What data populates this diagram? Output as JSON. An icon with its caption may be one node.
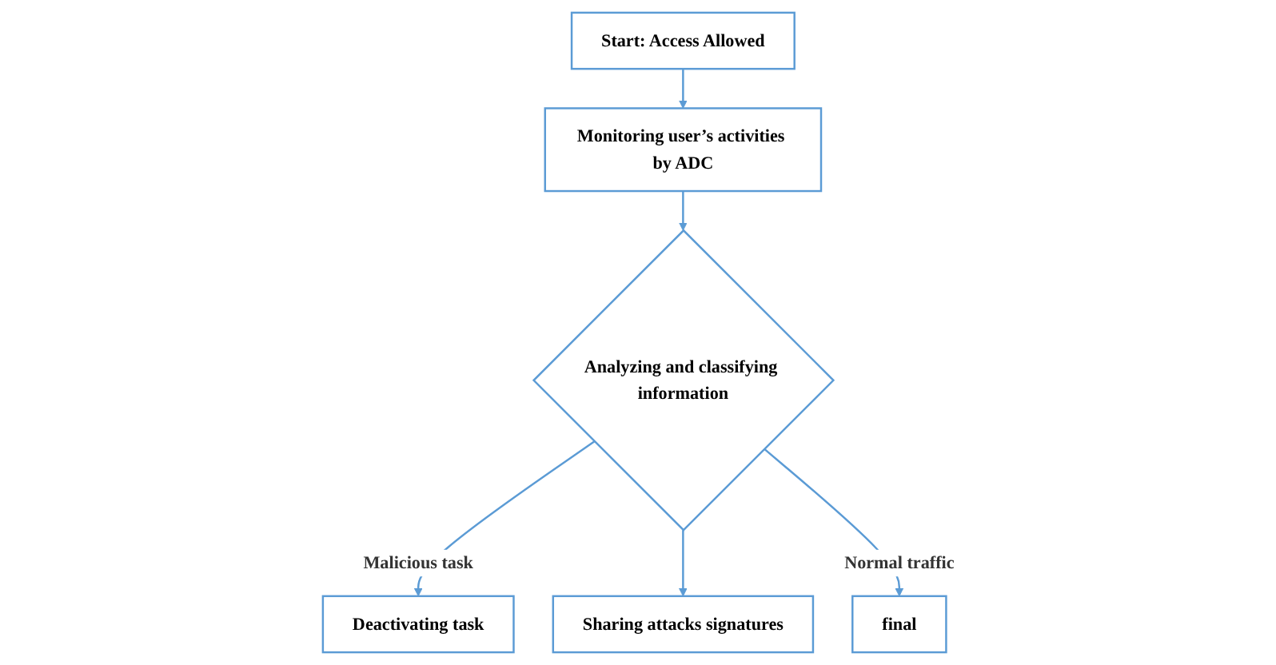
{
  "diagram": {
    "nodes": [
      {
        "text": [
          "Start: Access Allowed"
        ]
      },
      {
        "text": [
          "Monitoring user’s activities by ADC"
        ]
      },
      {
        "text": [
          "Analyzing and classifying information"
        ]
      },
      {
        "text": [
          "Deactivating task"
        ]
      },
      {
        "text": [
          "Sharing attacks signatures"
        ]
      },
      {
        "text": [
          "final"
        ]
      }
    ],
    "edges": [
      {
        "from": 0,
        "to": 1,
        "arrow": "to"
      },
      {
        "from": 1,
        "to": 2,
        "arrow": "to"
      },
      {
        "from": 2,
        "to": 3,
        "arrow": "to",
        "label": "Malicious task"
      },
      {
        "from": 2,
        "to": 4,
        "arrow": "to"
      },
      {
        "from": 2,
        "to": 5,
        "arrow": "to",
        "label": "Normal traffic"
      }
    ]
  }
}
